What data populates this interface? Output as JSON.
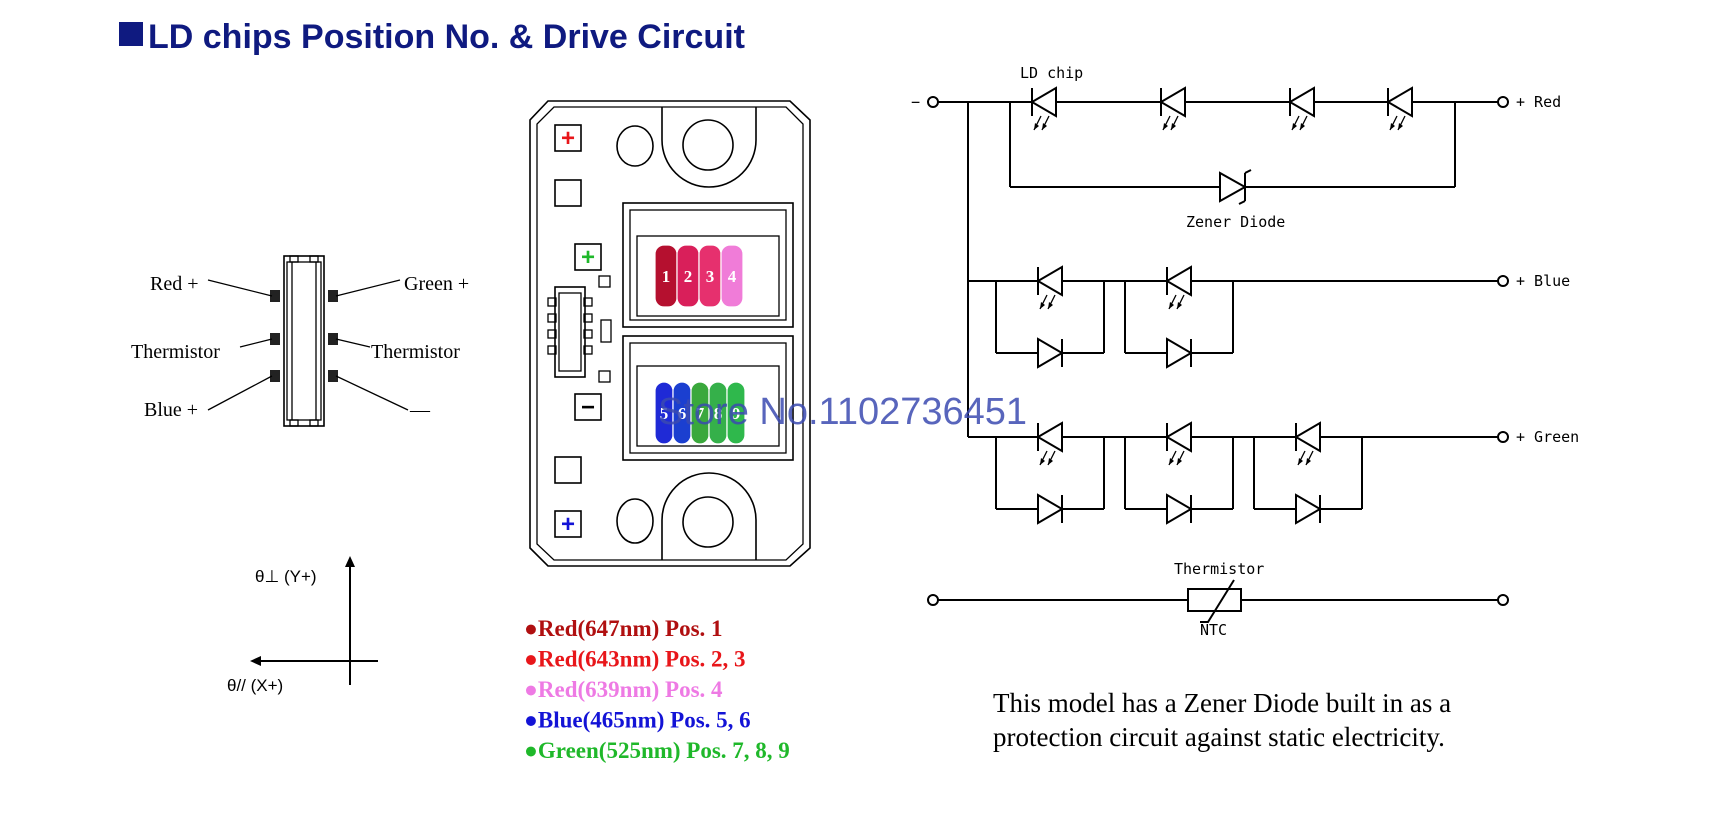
{
  "title": "LD chips Position No. & Drive Circuit",
  "side_view": {
    "labels": {
      "red_plus": "Red +",
      "green_plus": "Green +",
      "thermistor_left": "Thermistor",
      "thermistor_right": "Thermistor",
      "blue_plus": "Blue +",
      "minus": "—"
    }
  },
  "axes": {
    "y_label": "θ⊥ (Y+)",
    "x_label": "θ// (X+)"
  },
  "top_view": {
    "plus_red": "+",
    "plus_green": "+",
    "minus": "−",
    "plus_blue": "+",
    "chips": [
      {
        "pos": "1",
        "color": "#b5102f"
      },
      {
        "pos": "2",
        "color": "#d91f5a"
      },
      {
        "pos": "3",
        "color": "#e6306e"
      },
      {
        "pos": "4",
        "color": "#f07cd8"
      },
      {
        "pos": "5",
        "color": "#1f2ad6"
      },
      {
        "pos": "6",
        "color": "#1b3fd0"
      },
      {
        "pos": "7",
        "color": "#3aa83c"
      },
      {
        "pos": "8",
        "color": "#35b04a"
      },
      {
        "pos": "9",
        "color": "#2fb84c"
      }
    ]
  },
  "legend": [
    {
      "text": "●Red(647nm) Pos. 1",
      "color": "#b00f10"
    },
    {
      "text": "●Red(643nm) Pos. 2, 3",
      "color": "#e8161a"
    },
    {
      "text": "●Red(639nm) Pos. 4",
      "color": "#ee7ae4"
    },
    {
      "text": "●Blue(465nm) Pos. 5, 6",
      "color": "#1313d6"
    },
    {
      "text": "●Green(525nm) Pos. 7, 8, 9",
      "color": "#1fb82a"
    }
  ],
  "circuit": {
    "ld_chip_label": "LD chip",
    "zener_label": "Zener Diode",
    "thermistor_label": "Thermistor",
    "ntc_label": "NTC",
    "minus_label": "−",
    "red_terminal": "+ Red",
    "blue_terminal": "+ Blue",
    "green_terminal": "+ Green"
  },
  "note_line1": "This model has a Zener Diode built in as a",
  "note_line2": "protection circuit against static electricity.",
  "watermark": "Store No.1102736451",
  "colors": {
    "title": "#0f1a80",
    "plus_red": "#e8161a",
    "plus_green": "#1fb82a",
    "plus_blue": "#1313d6",
    "watermark": "#3b4ab0"
  }
}
